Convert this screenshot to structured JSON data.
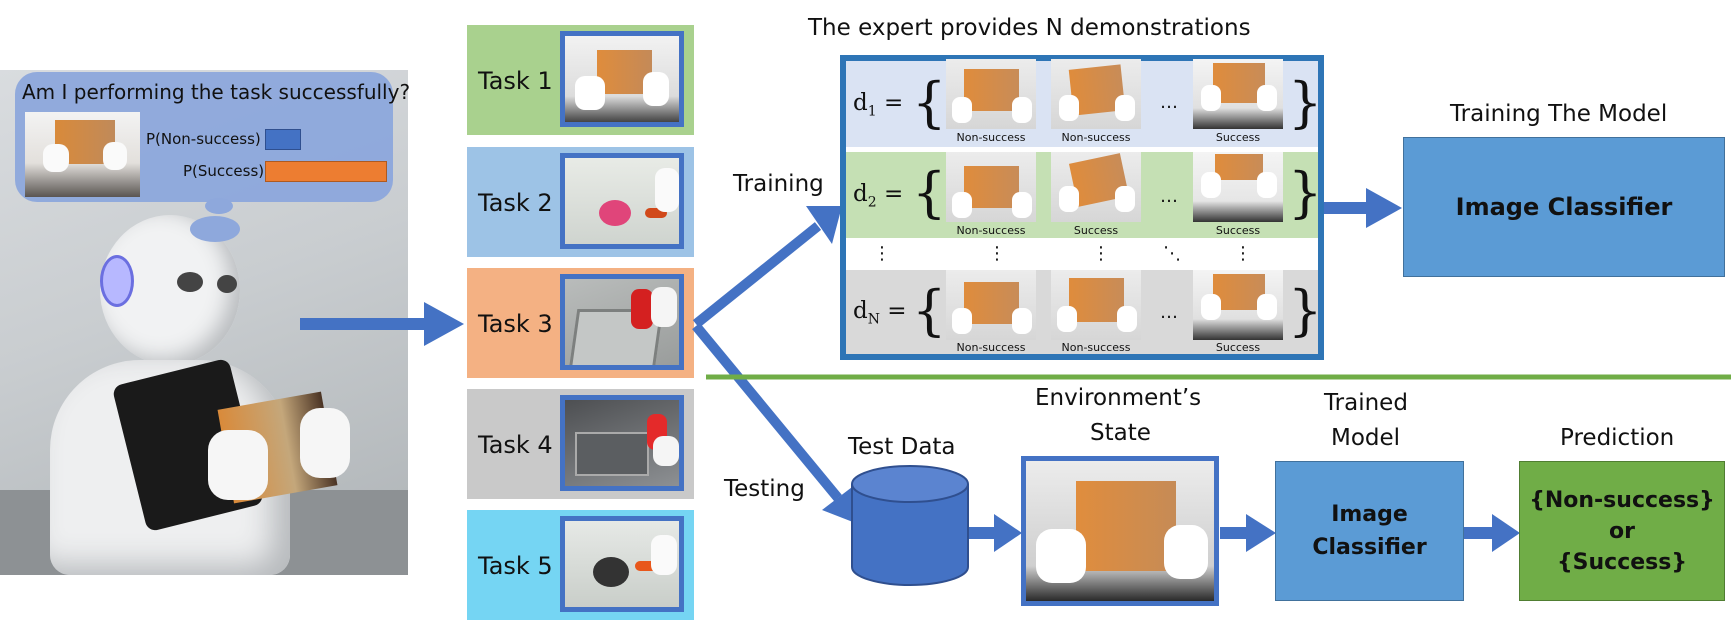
{
  "robot_panel": {
    "question": "Am I performing the task successfully?",
    "nonsuccess_label": "P(Non-success)",
    "success_label": "P(Success)",
    "nonsuccess_color": "#4472c4",
    "success_color": "#ed7d31"
  },
  "tasks": [
    {
      "label": "Task 1",
      "color": "#a9d18e"
    },
    {
      "label": "Task 2",
      "color": "#9dc3e6"
    },
    {
      "label": "Task 3",
      "color": "#f4b183"
    },
    {
      "label": "Task 4",
      "color": "#c9c9c9"
    },
    {
      "label": "Task 5",
      "color": "#75d5f3"
    }
  ],
  "labels": {
    "training": "Training",
    "testing": "Testing",
    "expert_header": "The expert provides N demonstrations",
    "training_model_header": "Training The Model",
    "image_classifier": "Image Classifier",
    "test_data": "Test Data",
    "env_state_line1": "Environment’s",
    "env_state_line2": "State",
    "trained_model_line1": "Trained",
    "trained_model_line2": "Model",
    "classifier_line1": "Image",
    "classifier_line2": "Classifier",
    "prediction": "Prediction",
    "pred_line1": "{Non-success}",
    "pred_line2": "or",
    "pred_line3": "{Success}"
  },
  "demonstrations": [
    {
      "name": "d",
      "sub": "1",
      "bg": "#dae3f3",
      "captions": [
        "Non-success",
        "Non-success",
        "Success"
      ]
    },
    {
      "name": "d",
      "sub": "2",
      "bg": "#c5e0b4",
      "captions": [
        "Non-success",
        "Success",
        "Success"
      ]
    },
    {
      "name": "d",
      "sub": "N",
      "bg": "#d9d9d9",
      "captions": [
        "Non-success",
        "Non-success",
        "Success"
      ]
    }
  ],
  "colors": {
    "arrow": "#4472c4",
    "divider": "#70ad47",
    "frame": "#2e75b6",
    "box_blue": "#5b9bd5",
    "box_green": "#70ad47"
  }
}
